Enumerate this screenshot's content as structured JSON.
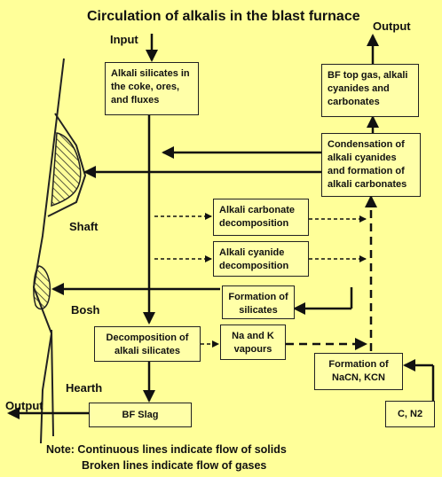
{
  "title": "Circulation of alkalis in the blast furnace",
  "labels": {
    "input": "Input",
    "output_top": "Output",
    "output_bottom": "Output",
    "shaft": "Shaft",
    "bosh": "Bosh",
    "hearth": "Hearth"
  },
  "boxes": {
    "alkali_silicates": "Alkali silicates in the coke, ores, and fluxes",
    "bf_top_gas": "BF top gas, alkali cyanides and carbonates",
    "condensation": "Condensation of alkali cyanides and formation of alkali carbonates",
    "carbonate_decomposition": "Alkali carbonate decomposition",
    "cyanide_decomposition": "Alkali cyanide decomposition",
    "formation_silicates": "Formation of silicates",
    "decomposition_silicates": "Decomposition of alkali silicates",
    "na_k_vapours": "Na and K vapours",
    "formation_nacn": "Formation of NaCN, KCN",
    "c_n2": "C, N2",
    "bf_slag": "BF Slag"
  },
  "note": {
    "line1": "Note: Continuous lines indicate flow of solids",
    "line2": "Broken lines indicate flow of gases"
  }
}
